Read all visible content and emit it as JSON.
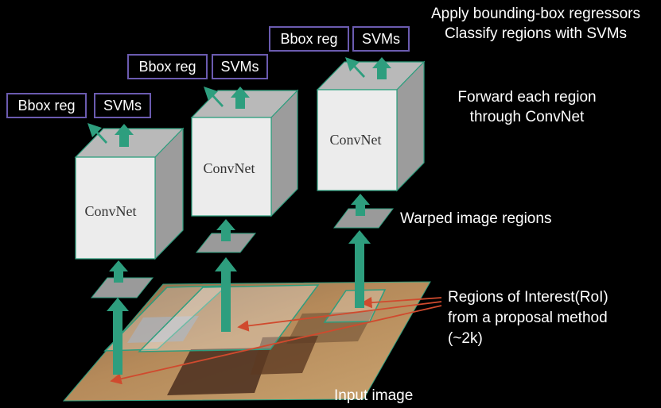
{
  "annotations": {
    "apply_bbox": "Apply bounding-box regressors",
    "classify_svm": "Classify regions with SVMs",
    "forward_line1": "Forward each region",
    "forward_line2": "through ConvNet",
    "warped": "Warped image regions",
    "roi_line1": "Regions of Interest(RoI)",
    "roi_line2": "from a proposal method",
    "roi_line3": "(~2k)",
    "input": "Input image"
  },
  "columns": [
    {
      "convnet": "ConvNet",
      "bbox": "Bbox reg",
      "svms": "SVMs"
    },
    {
      "convnet": "ConvNet",
      "bbox": "Bbox reg",
      "svms": "SVMs"
    },
    {
      "convnet": "ConvNet",
      "bbox": "Bbox reg",
      "svms": "SVMs"
    }
  ],
  "colors": {
    "background": "#000000",
    "arrow": "#2e9e7e",
    "box_border": "#6b5bb0",
    "cube_edge": "#2e9e7e",
    "pointer_line": "#d04a2e",
    "region_fill": "#9a9a9a"
  }
}
